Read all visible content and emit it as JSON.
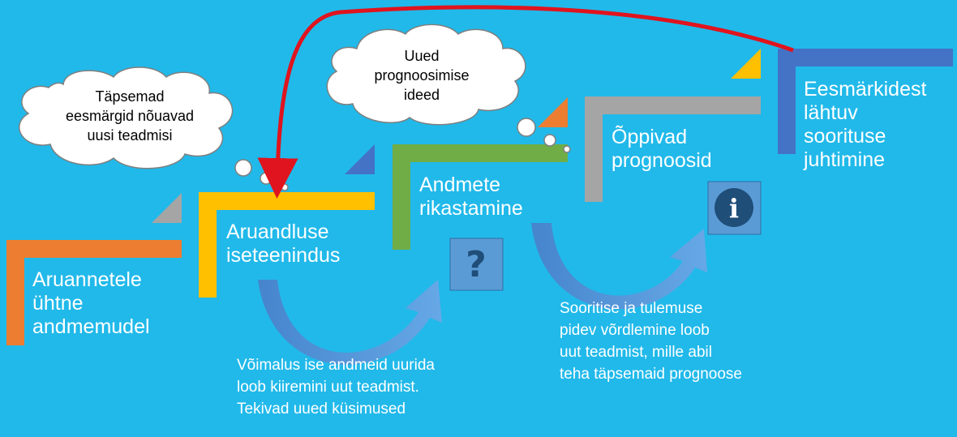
{
  "colors": {
    "background": "#21b9ea",
    "step1": "#ed7d31",
    "step2": "#ffc000",
    "step3": "#70ad47",
    "step4": "#a5a5a5",
    "step5": "#4472c4",
    "loop_arrow": "#e0141e",
    "curve_arrow": "#5b8fd6",
    "icon_box": "#6fa8dc"
  },
  "steps": [
    {
      "lines": [
        "Aruannetele",
        "ühtne",
        "andmemudel"
      ]
    },
    {
      "lines": [
        "Aruandluse",
        "iseteenindus"
      ]
    },
    {
      "lines": [
        "Andmete",
        "rikastamine"
      ]
    },
    {
      "lines": [
        "Õppivad",
        "prognoosid"
      ]
    },
    {
      "lines": [
        "Eesmärkidest",
        "lähtuv",
        "soorituse",
        "juhtimine"
      ]
    }
  ],
  "clouds": [
    {
      "lines": [
        "Täpsemad",
        "eesmärgid nõuavad",
        "uusi teadmisi"
      ]
    },
    {
      "lines": [
        "Uued",
        "prognoosimise",
        "ideed"
      ]
    }
  ],
  "captions": [
    {
      "lines": [
        "Võimalus ise andmeid uurida",
        "loob kiiremini uut teadmist.",
        "Tekivad uued küsimused"
      ]
    },
    {
      "lines": [
        "Sooritise ja tulemuse",
        "pidev võrdlemine loob",
        "uut teadmist, mille abil",
        "teha täpsemaid prognoose"
      ]
    }
  ],
  "icons": {
    "question": {
      "name": "question-mark-icon",
      "glyph": "?"
    },
    "info": {
      "name": "info-icon",
      "glyph": "i"
    }
  }
}
